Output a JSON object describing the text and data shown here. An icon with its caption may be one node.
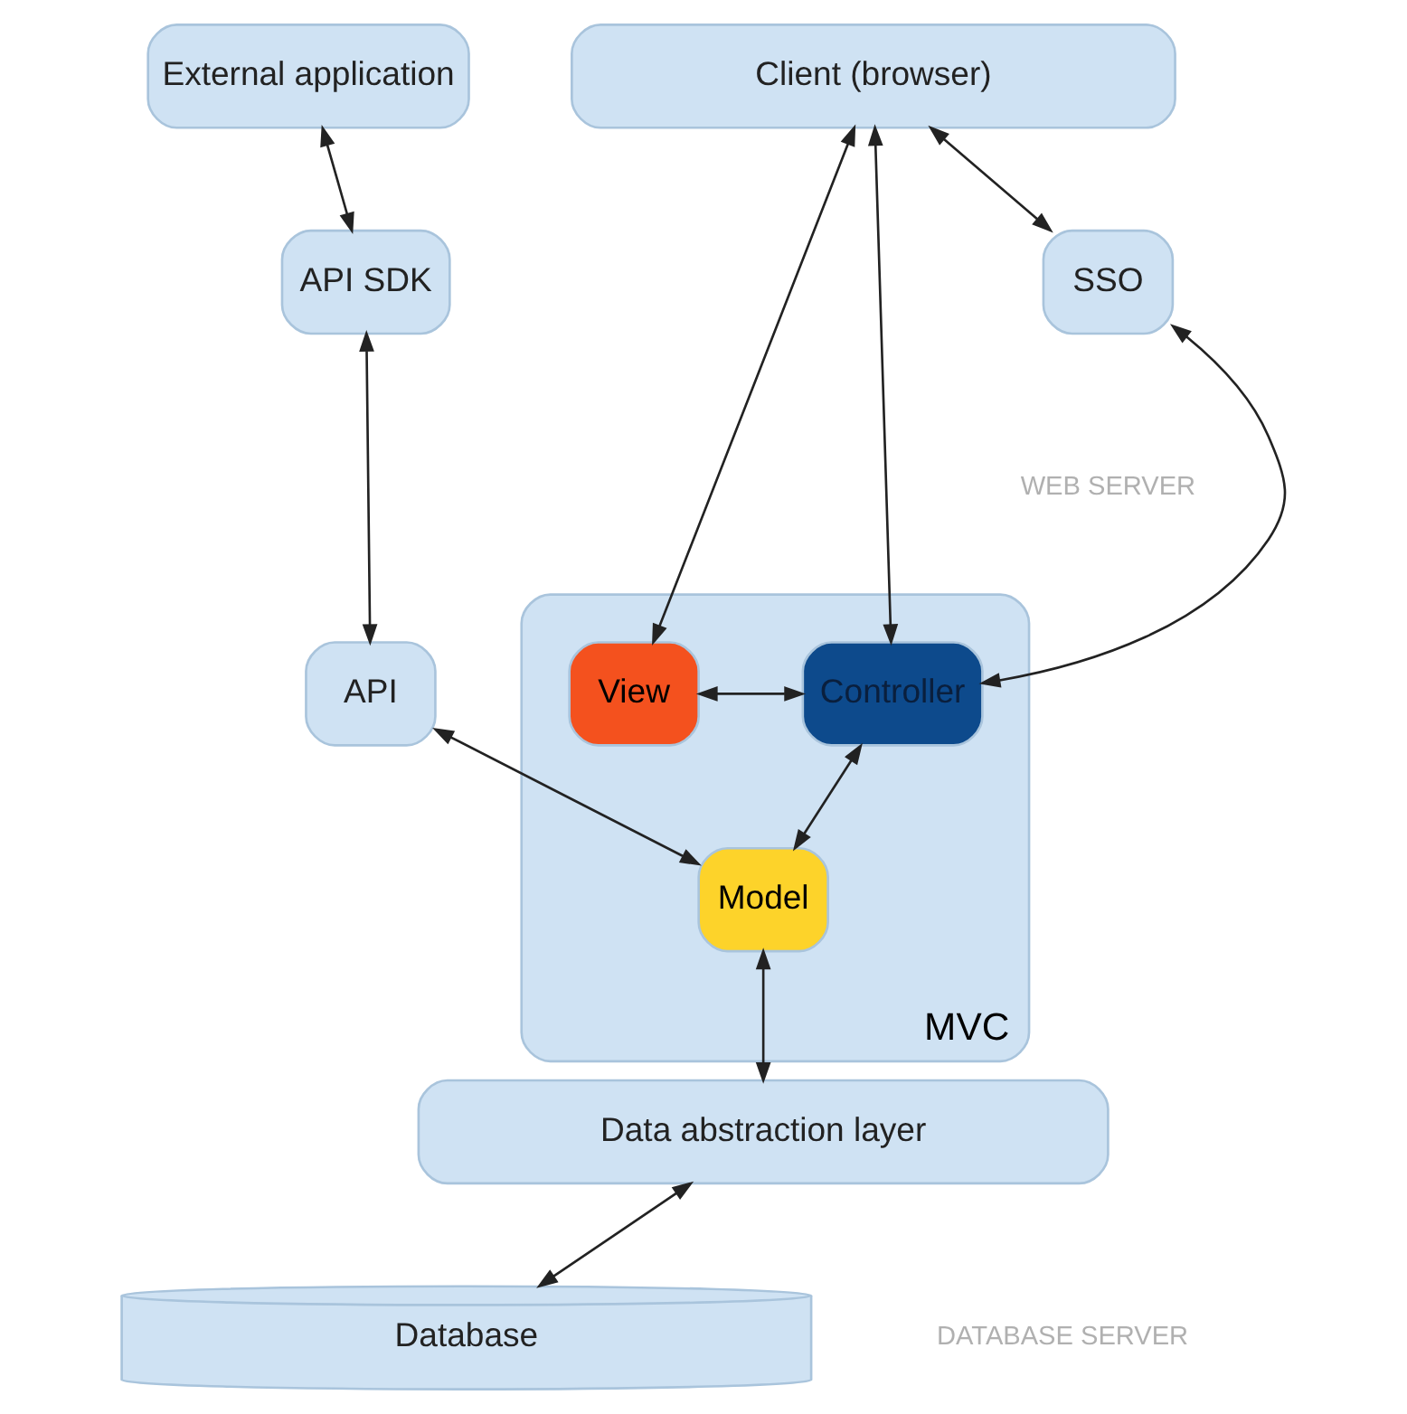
{
  "diagram": {
    "nodes": [
      {
        "text": [
          "External application"
        ]
      },
      {
        "text": [
          "Client (browser)"
        ]
      },
      {
        "text": [
          "API SDK"
        ]
      },
      {
        "text": [
          "SSO"
        ]
      },
      {
        "text": [
          "MVC"
        ]
      },
      {
        "text": [
          "View"
        ],
        "in": 4
      },
      {
        "text": [
          "Controller"
        ],
        "in": 4
      },
      {
        "text": [
          "API"
        ]
      },
      {
        "text": [
          "Model"
        ],
        "in": 4
      },
      {
        "text": [
          "Data abstraction layer"
        ]
      },
      {
        "text": [
          "Database"
        ]
      }
    ],
    "edges": [
      {
        "from": 0,
        "to": 2,
        "arrow": "both"
      },
      {
        "from": 1,
        "to": 5,
        "arrow": "both"
      },
      {
        "from": 1,
        "to": 6,
        "arrow": "both"
      },
      {
        "from": 1,
        "to": 3,
        "arrow": "both"
      },
      {
        "from": 2,
        "to": 7,
        "arrow": "both"
      },
      {
        "from": 3,
        "to": 6,
        "arrow": "both"
      },
      {
        "from": 6,
        "to": 5,
        "arrow": "both"
      },
      {
        "from": 6,
        "to": 8,
        "arrow": "both"
      },
      {
        "from": 7,
        "to": 8,
        "arrow": "both"
      },
      {
        "from": 8,
        "to": 9,
        "arrow": "both"
      },
      {
        "from": 9,
        "to": 10,
        "arrow": "both"
      }
    ],
    "labels": [
      "WEB SERVER",
      "DATABASE SERVER"
    ]
  }
}
